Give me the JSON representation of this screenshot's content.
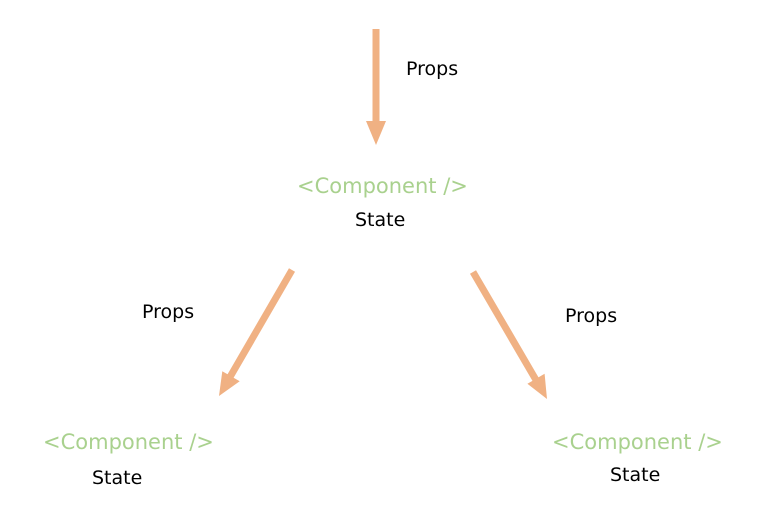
{
  "colors": {
    "arrow": "#f0b183",
    "component_text": "#a9d18e",
    "label_text": "#000000"
  },
  "top": {
    "props_label": "Props",
    "component_label": "<Component />",
    "state_label": "State"
  },
  "left": {
    "props_label": "Props",
    "component_label": "<Component />",
    "state_label": "State"
  },
  "right": {
    "props_label": "Props",
    "component_label": "<Component />",
    "state_label": "State"
  }
}
